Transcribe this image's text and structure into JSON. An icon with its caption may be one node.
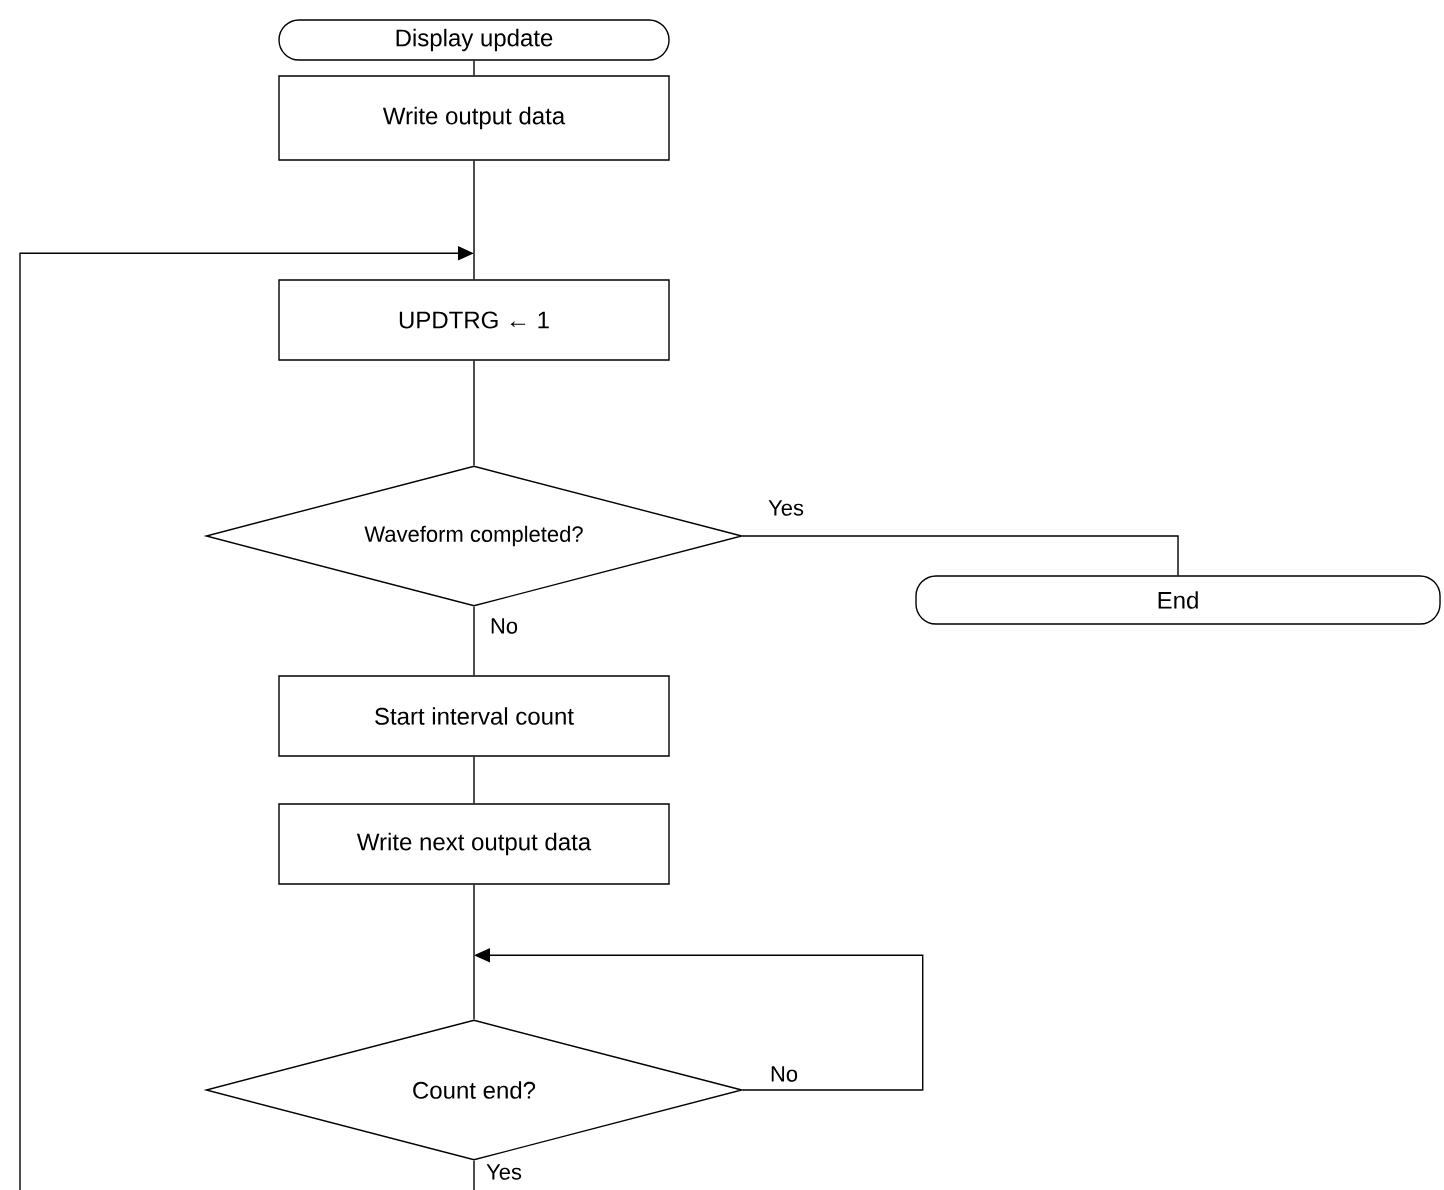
{
  "diagram": {
    "nodes": [
      {
        "text": [
          "Display update"
        ]
      },
      {
        "text": [
          "Write output data"
        ]
      },
      {
        "text": [
          "UPDTRG ← 1"
        ]
      },
      {
        "text": [
          "Waveform completed?"
        ]
      },
      {
        "text": [
          "End"
        ]
      },
      {
        "text": [
          "Start interval count"
        ]
      },
      {
        "text": [
          "Write next output data"
        ]
      },
      {
        "text": [
          "Count end?"
        ]
      }
    ],
    "edges": [
      {
        "from": 0,
        "to": 1,
        "arrow": "none"
      },
      {
        "from": 1,
        "to": 2,
        "arrow": "none"
      },
      {
        "from": 2,
        "to": 3,
        "arrow": "none"
      },
      {
        "from": 3,
        "to": 4,
        "arrow": "none",
        "label": "Yes"
      },
      {
        "from": 3,
        "to": 5,
        "arrow": "none",
        "label": "No"
      },
      {
        "from": 5,
        "to": 6,
        "arrow": "none"
      },
      {
        "from": 6,
        "to": 7,
        "arrow": "none"
      },
      {
        "from": 7,
        "to": 7,
        "arrow": "to",
        "label": "No"
      },
      {
        "from": 7,
        "to": 2,
        "arrow": "to",
        "label": "Yes"
      }
    ]
  }
}
